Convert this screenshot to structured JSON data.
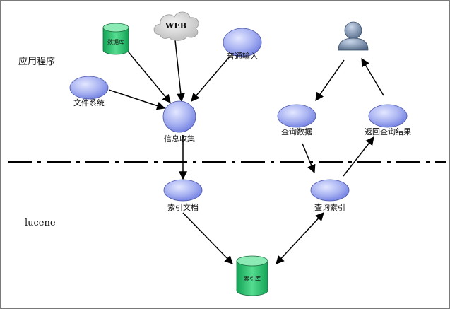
{
  "zones": {
    "app": "应用程序",
    "lucene": "lucene"
  },
  "nodes": {
    "database": "数据库",
    "web": "WEB",
    "manual_input": "普通输入",
    "file_system": "文件系统",
    "info_collect": "信息收集",
    "index_docs": "索引文档",
    "index_store": "索引库",
    "query_data": "查询数据",
    "return_results": "返回查询结果",
    "query_index": "查询索引"
  },
  "colors": {
    "node_fill": "#aab4f2",
    "node_fill_dark": "#6f7ee0",
    "cylinder_fill": "#22c46e",
    "cylinder_top": "#7fe6aa",
    "cloud_fill": "#d4d4d4",
    "user_fill": "#7a8ea8",
    "separator": "#000000"
  }
}
